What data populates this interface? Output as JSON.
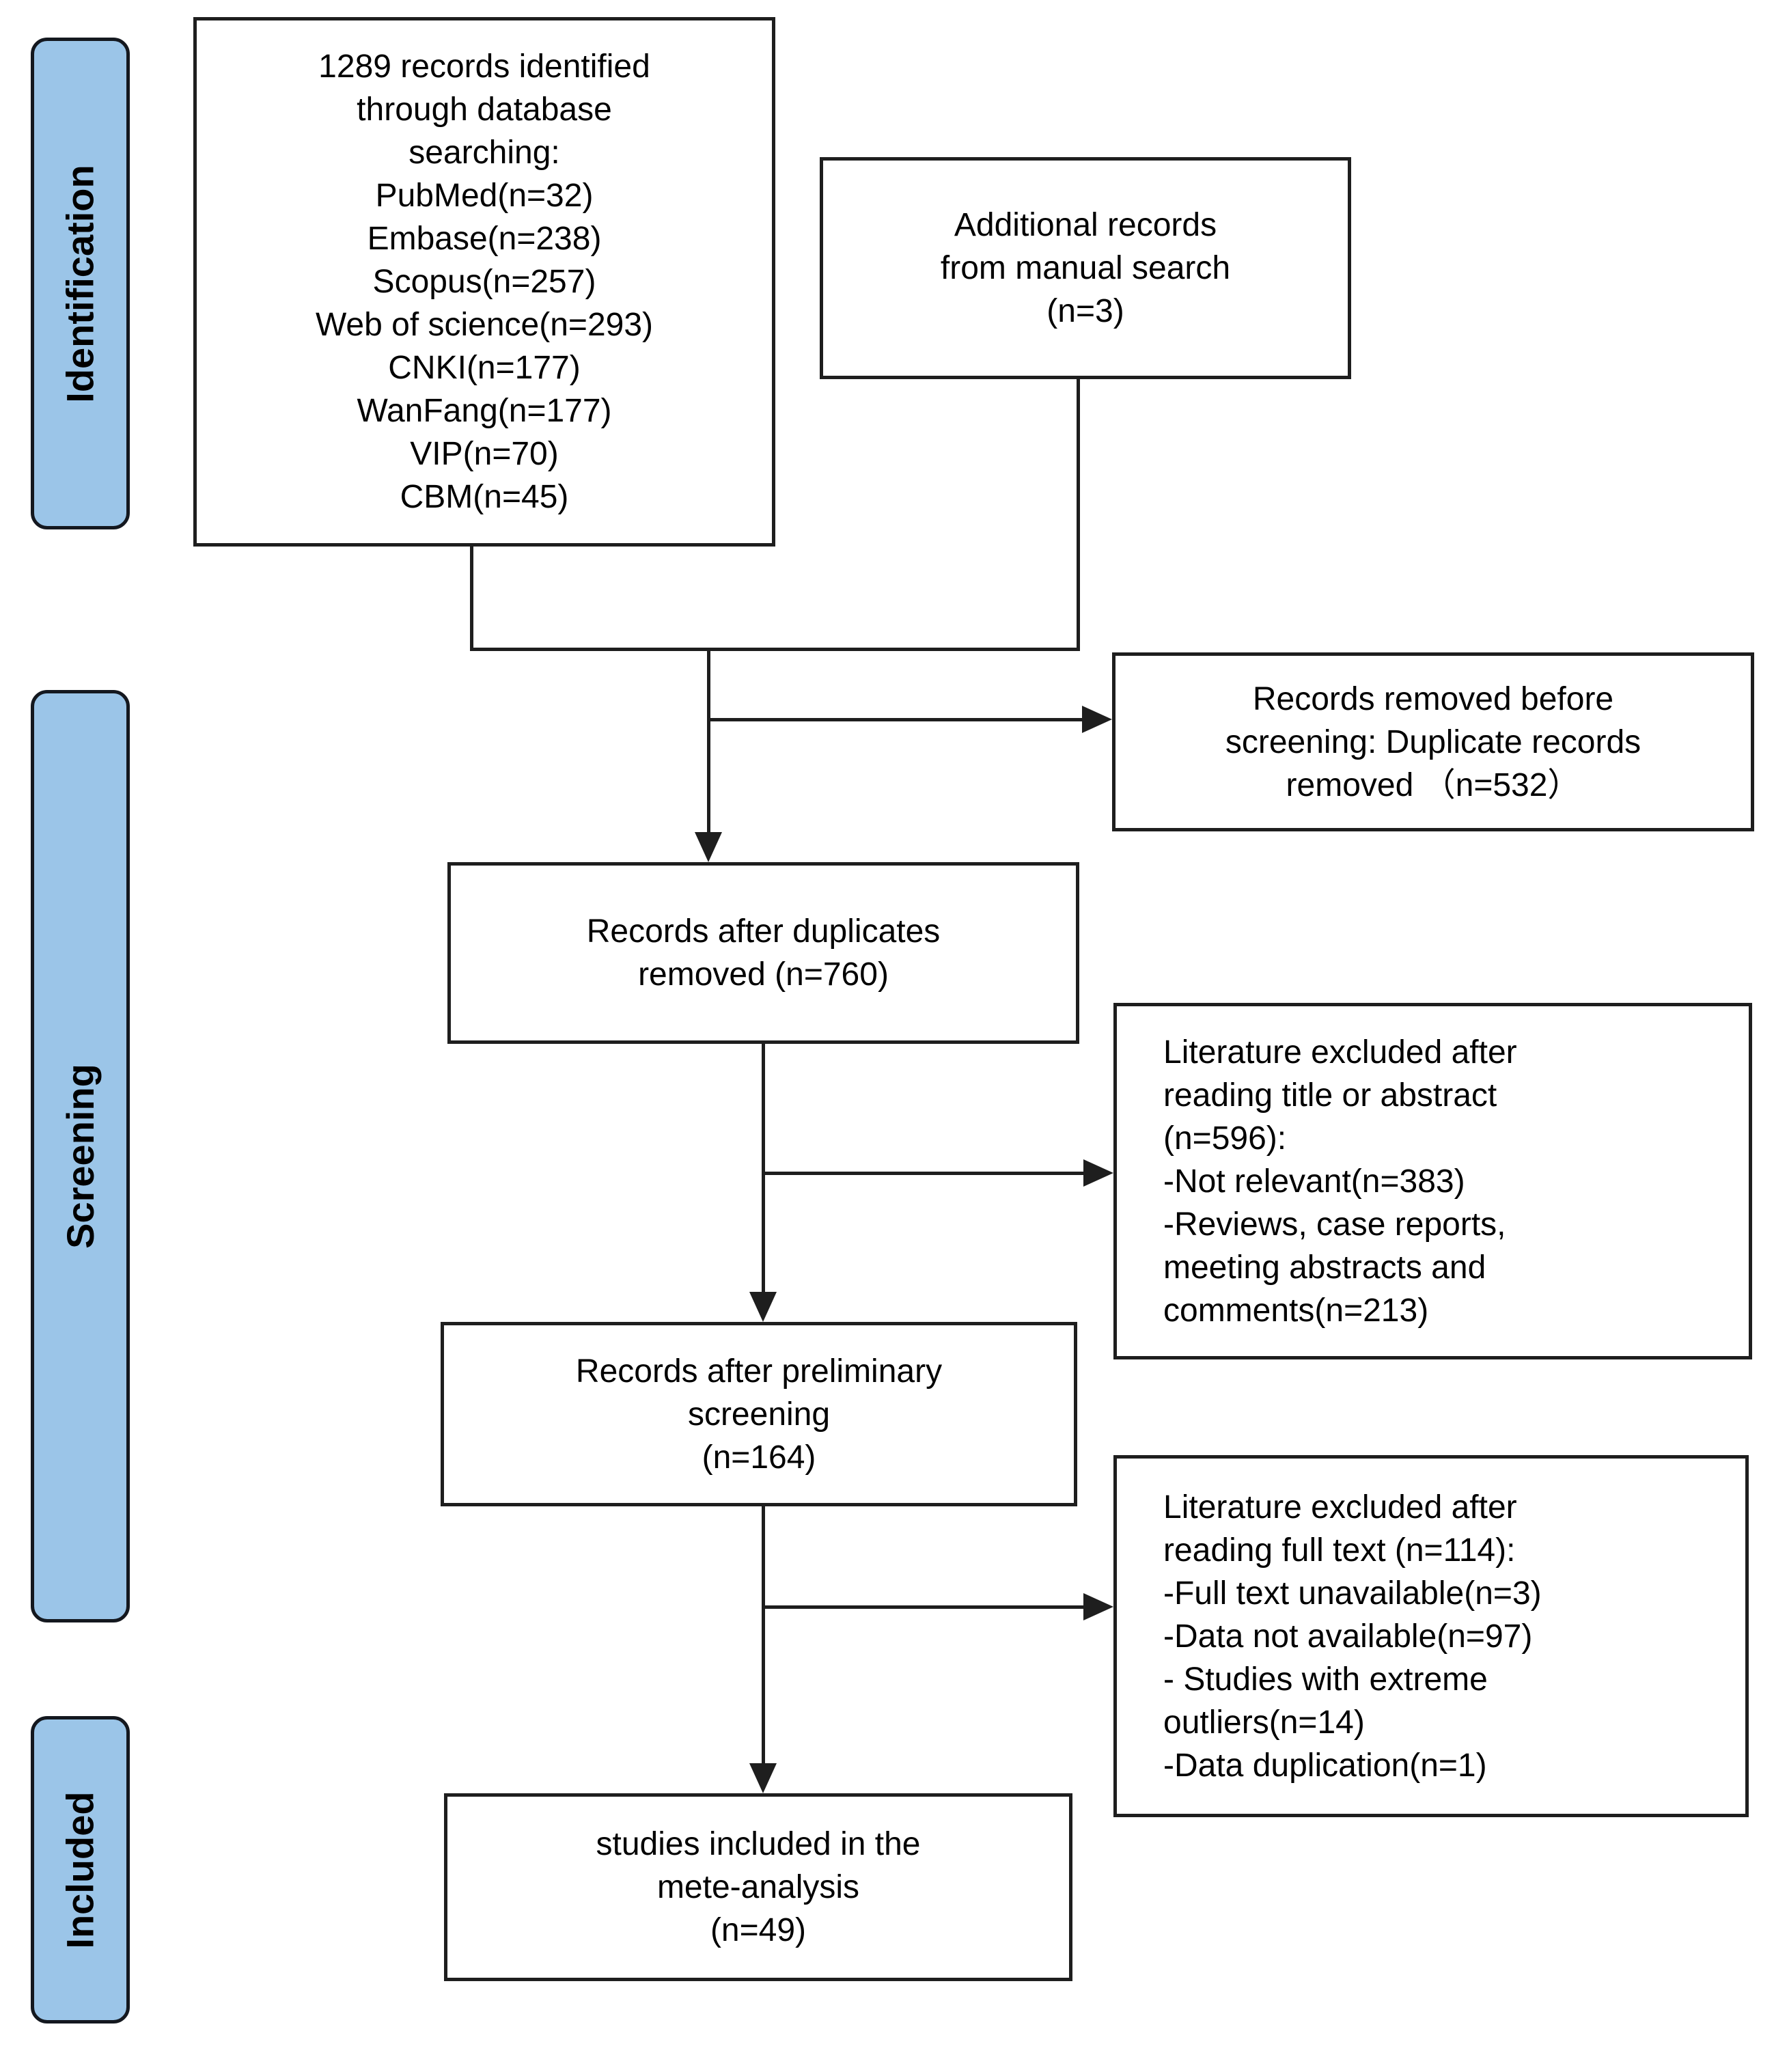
{
  "colors": {
    "stage_fill": "#9BC5E8",
    "line_color": "#1e1e1e"
  },
  "sidebar": {
    "labels": [
      {
        "label": "Identification"
      },
      {
        "label": "Screening"
      },
      {
        "label": "Included"
      }
    ]
  },
  "boxes": {
    "identified": {
      "lines": [
        "1289 records identified",
        "through database",
        "searching:",
        "PubMed(n=32)",
        "Embase(n=238)",
        "Scopus(n=257)",
        "Web of science(n=293)",
        "CNKI(n=177)",
        "WanFang(n=177)",
        "VIP(n=70)",
        "CBM(n=45)"
      ]
    },
    "additional": {
      "lines": [
        "Additional records",
        "from manual search",
        "(n=3)"
      ]
    },
    "removed_before_screening": {
      "lines": [
        "Records removed before",
        "screening: Duplicate records",
        "removed （n=532）"
      ]
    },
    "after_duplicates": {
      "lines": [
        "Records after duplicates",
        "removed (n=760)"
      ]
    },
    "excluded_title_abstract": {
      "lines": [
        "Literature excluded after",
        "reading title or abstract",
        "(n=596):",
        "-Not relevant(n=383)",
        "-Reviews, case reports,",
        "meeting abstracts and",
        "comments(n=213)"
      ]
    },
    "after_preliminary_screening": {
      "lines": [
        "Records after preliminary",
        "screening",
        "(n=164)"
      ]
    },
    "excluded_full_text": {
      "lines": [
        "Literature excluded after",
        "reading full text  (n=114):",
        "-Full text  unavailable(n=3)",
        "-Data not available(n=97)",
        "-  Studies with extreme",
        "outliers(n=14)",
        "-Data duplication(n=1)"
      ]
    },
    "included_studies": {
      "lines": [
        "studies included in the",
        "mete-analysis",
        "(n=49)"
      ]
    }
  }
}
